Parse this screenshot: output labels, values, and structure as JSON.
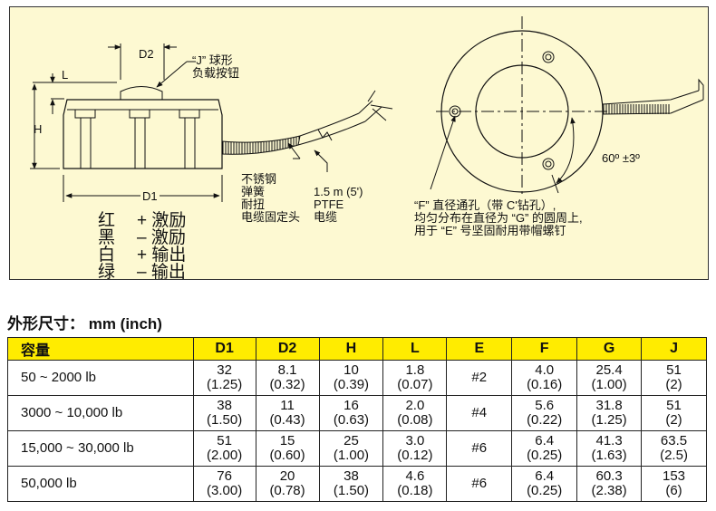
{
  "diagram": {
    "side_view": {
      "dim_d2": "D2",
      "dim_l": "L",
      "dim_h": "H",
      "dim_d1": "D1",
      "button_label": [
        "“J” 球形",
        "负载按钮"
      ],
      "spring_label": [
        "不锈钢",
        "弹簧",
        "耐扭",
        "电缆固定头"
      ],
      "cable_label": [
        "1.5 m (5')",
        "PTFE",
        "电缆"
      ]
    },
    "wiring": [
      {
        "color": "红",
        "sign": "+",
        "signal": "激励"
      },
      {
        "color": "黑",
        "sign": "–",
        "signal": "激励"
      },
      {
        "color": "白",
        "sign": "+",
        "signal": "输出"
      },
      {
        "color": "绿",
        "sign": "–",
        "signal": "输出"
      }
    ],
    "top_view": {
      "angle_label": "60º ±3º",
      "hole_note": [
        "“F” 直径通孔（带 C'钻孔）,",
        "均匀分布在直径为 “G” 的圆周上,",
        "用于 “E” 号坚固耐用带帽螺钉"
      ]
    },
    "panel_color": "#fdf9d2"
  },
  "table": {
    "title": "外形尺寸： mm (inch)",
    "header_color": "#ffec00",
    "headers": [
      "容量",
      "D1",
      "D2",
      "H",
      "L",
      "E",
      "F",
      "G",
      "J"
    ],
    "rows": [
      {
        "capacity": "50 ~ 2000 lb",
        "cells": [
          [
            "32",
            "(1.25)"
          ],
          [
            "8.1",
            "(0.32)"
          ],
          [
            "10",
            "(0.39)"
          ],
          [
            "1.8",
            "(0.07)"
          ],
          [
            "#2",
            ""
          ],
          [
            "4.0",
            "(0.16)"
          ],
          [
            "25.4",
            "(1.00)"
          ],
          [
            "51",
            "(2)"
          ]
        ]
      },
      {
        "capacity": "3000 ~ 10,000 lb",
        "cells": [
          [
            "38",
            "(1.50)"
          ],
          [
            "11",
            "(0.43)"
          ],
          [
            "16",
            "(0.63)"
          ],
          [
            "2.0",
            "(0.08)"
          ],
          [
            "#4",
            ""
          ],
          [
            "5.6",
            "(0.22)"
          ],
          [
            "31.8",
            "(1.25)"
          ],
          [
            "51",
            "(2)"
          ]
        ]
      },
      {
        "capacity": "15,000 ~ 30,000 lb",
        "cells": [
          [
            "51",
            "(2.00)"
          ],
          [
            "15",
            "(0.60)"
          ],
          [
            "25",
            "(1.00)"
          ],
          [
            "3.0",
            "(0.12)"
          ],
          [
            "#6",
            ""
          ],
          [
            "6.4",
            "(0.25)"
          ],
          [
            "41.3",
            "(1.63)"
          ],
          [
            "63.5",
            "(2.5)"
          ]
        ]
      },
      {
        "capacity": "50,000 lb",
        "cells": [
          [
            "76",
            "(3.00)"
          ],
          [
            "20",
            "(0.78)"
          ],
          [
            "38",
            "(1.50)"
          ],
          [
            "4.6",
            "(0.18)"
          ],
          [
            "#6",
            ""
          ],
          [
            "6.4",
            "(0.25)"
          ],
          [
            "60.3",
            "(2.38)"
          ],
          [
            "153",
            "(6)"
          ]
        ]
      }
    ]
  }
}
